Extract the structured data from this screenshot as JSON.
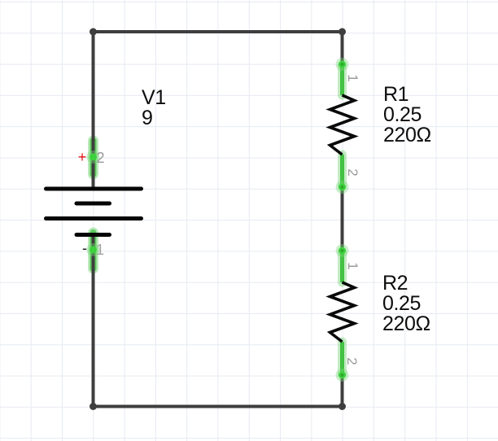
{
  "colors": {
    "wire": "#3e3e3e",
    "symbol": "#000000",
    "highlight_green": "#3cc83c",
    "grid": "#e6eaf2",
    "positive_red": "#e81416",
    "pin_number_gray": "#989898"
  },
  "battery": {
    "designator": "V1",
    "value": "9",
    "positive_sign": "+",
    "negative_sign": "-",
    "positive_pin": "2",
    "negative_pin": "1"
  },
  "resistors": [
    {
      "designator": "R1",
      "power": "0.25",
      "resistance": "220Ω",
      "top_pin": "1",
      "bottom_pin": "2"
    },
    {
      "designator": "R2",
      "power": "0.25",
      "resistance": "220Ω",
      "top_pin": "1",
      "bottom_pin": "2"
    }
  ]
}
